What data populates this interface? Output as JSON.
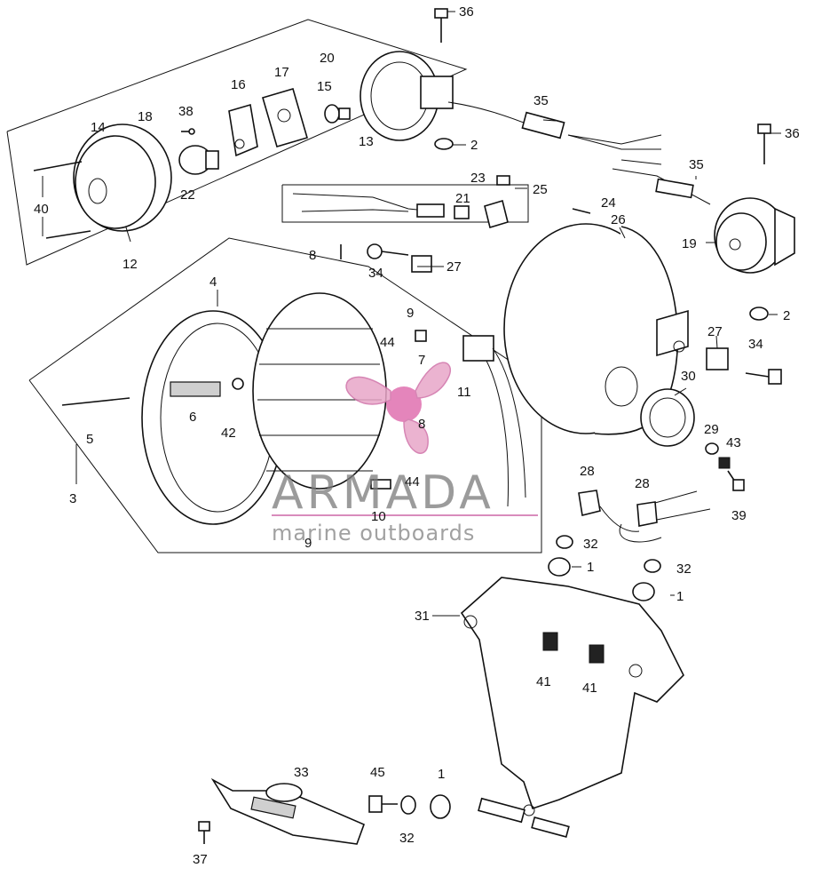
{
  "diagram": {
    "callouts": {
      "c1a": "1",
      "c1b": "1",
      "c1c": "1",
      "c2a": "2",
      "c2b": "2",
      "c3": "3",
      "c4": "4",
      "c5": "5",
      "c6": "6",
      "c7": "7",
      "c8a": "8",
      "c8b": "8",
      "c9a": "9",
      "c9b": "9",
      "c10": "10",
      "c11": "11",
      "c12": "12",
      "c13": "13",
      "c14": "14",
      "c15": "15",
      "c16": "16",
      "c17": "17",
      "c18": "18",
      "c19": "19",
      "c20": "20",
      "c21": "21",
      "c22": "22",
      "c23": "23",
      "c24": "24",
      "c25": "25",
      "c26": "26",
      "c27a": "27",
      "c27b": "27",
      "c28a": "28",
      "c28b": "28",
      "c29": "29",
      "c30": "30",
      "c31": "31",
      "c32a": "32",
      "c32b": "32",
      "c32c": "32",
      "c33": "33",
      "c34a": "34",
      "c34b": "34",
      "c35a": "35",
      "c35b": "35",
      "c36a": "36",
      "c36b": "36",
      "c37": "37",
      "c38": "38",
      "c39": "39",
      "c40": "40",
      "c41a": "41",
      "c41b": "41",
      "c42": "42",
      "c43": "43",
      "c44a": "44",
      "c44b": "44",
      "c45": "45"
    }
  },
  "watermark": {
    "brand": "ARMADA",
    "tagline": "marine outboards",
    "logo_color": "#e8a6c8",
    "logo_dark": "#e070b0"
  }
}
